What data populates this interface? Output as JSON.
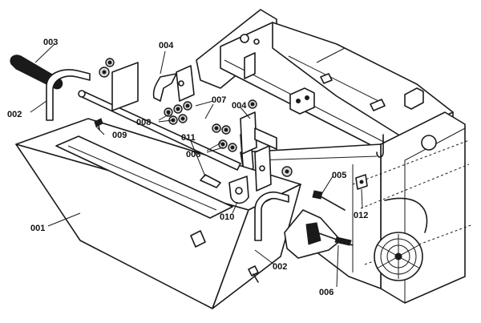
{
  "callouts": [
    {
      "id": "c001",
      "text": "001"
    },
    {
      "id": "c002a",
      "text": "002"
    },
    {
      "id": "c002b",
      "text": "002"
    },
    {
      "id": "c003",
      "text": "003"
    },
    {
      "id": "c004a",
      "text": "004"
    },
    {
      "id": "c004b",
      "text": "004"
    },
    {
      "id": "c005",
      "text": "005"
    },
    {
      "id": "c006",
      "text": "006"
    },
    {
      "id": "c007",
      "text": "007"
    },
    {
      "id": "c008a",
      "text": "008"
    },
    {
      "id": "c008b",
      "text": "008"
    },
    {
      "id": "c009",
      "text": "009"
    },
    {
      "id": "c010",
      "text": "010"
    },
    {
      "id": "c011",
      "text": "011"
    },
    {
      "id": "c012",
      "text": "012"
    }
  ]
}
